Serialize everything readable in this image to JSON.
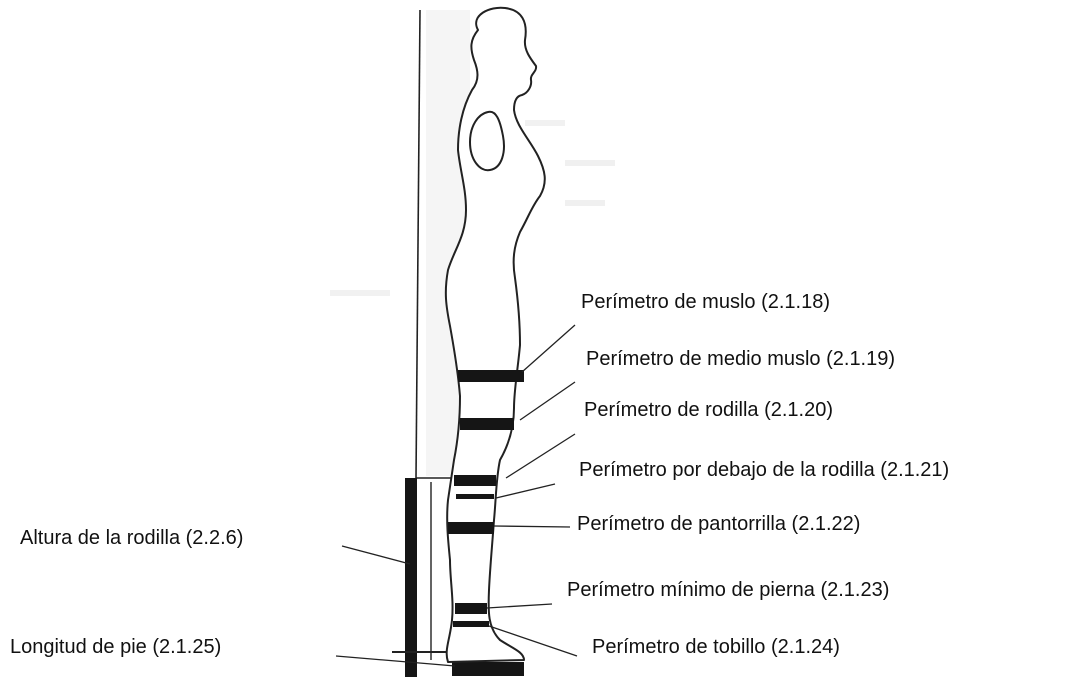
{
  "colors": {
    "ink": "#111111",
    "band": "#151515",
    "wall_shade": "#c9c9c9",
    "background": "#ffffff"
  },
  "labels": {
    "thigh": "Perímetro de muslo (2.1.18)",
    "mid_thigh": "Perímetro de medio muslo (2.1.19)",
    "knee": "Perímetro de rodilla (2.1.20)",
    "below_knee": "Perímetro por debajo de la rodilla (2.1.21)",
    "calf": "Perímetro de pantorrilla (2.1.22)",
    "min_leg": "Perímetro mínimo de pierna (2.1.23)",
    "ankle": "Perímetro de tobillo (2.1.24)",
    "knee_height": "Altura de la rodilla (2.2.6)",
    "foot_length": "Longitud de pie (2.1.25)"
  }
}
